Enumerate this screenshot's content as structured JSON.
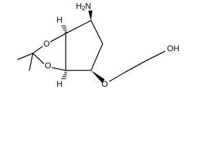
{
  "molecule": {
    "type": "chemical-structure",
    "atoms": {
      "amine": "H2N",
      "amine_main": "H",
      "amine_sub": "2",
      "amine_tail": "N",
      "ring_oxygen_top": "O",
      "ring_oxygen_bottom": "O",
      "ether_oxygen": "O",
      "hydroxyl": "OH",
      "stereo_h_top": "H",
      "stereo_h_bottom": "H"
    },
    "bond_color": "#000000",
    "background": "#ffffff"
  }
}
